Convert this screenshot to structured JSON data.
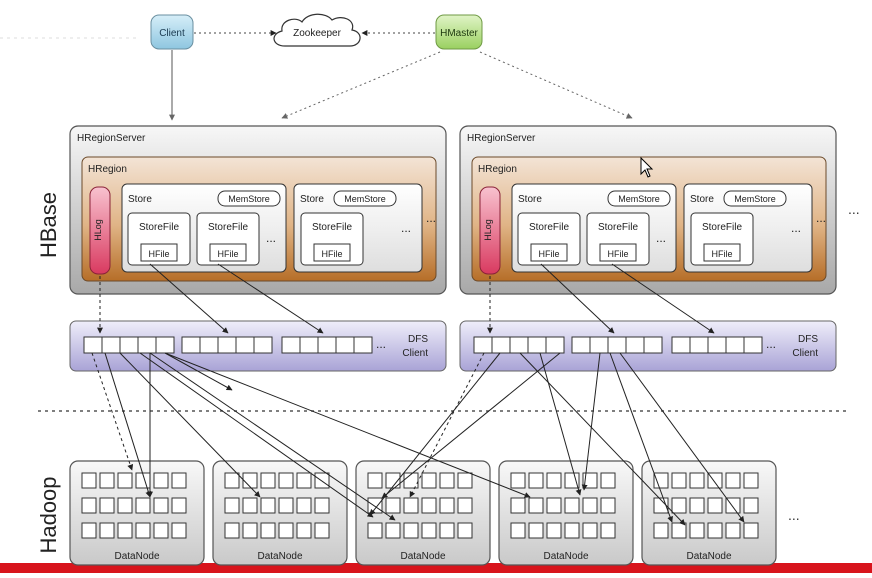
{
  "top": {
    "client": "Client",
    "zookeeper": "Zookeeper",
    "hmaster": "HMaster"
  },
  "layers": {
    "hbase": "HBase",
    "hadoop": "Hadoop"
  },
  "region_servers": [
    {
      "title": "HRegionServer",
      "region": "HRegion",
      "hlog": "HLog",
      "stores": [
        {
          "label": "Store",
          "memstore": "MemStore",
          "storefiles": [
            {
              "label": "StoreFile",
              "hfile": "HFile"
            },
            {
              "label": "StoreFile",
              "hfile": "HFile"
            }
          ]
        },
        {
          "label": "Store",
          "memstore": "MemStore",
          "storefiles": [
            {
              "label": "StoreFile",
              "hfile": "HFile"
            }
          ]
        }
      ],
      "dfs_client": [
        "DFS",
        "Client"
      ]
    },
    {
      "title": "HRegionServer",
      "region": "HRegion",
      "hlog": "HLog",
      "stores": [
        {
          "label": "Store",
          "memstore": "MemStore",
          "storefiles": [
            {
              "label": "StoreFile",
              "hfile": "HFile"
            },
            {
              "label": "StoreFile",
              "hfile": "HFile"
            }
          ]
        },
        {
          "label": "Store",
          "memstore": "MemStore",
          "storefiles": [
            {
              "label": "StoreFile",
              "hfile": "HFile"
            }
          ]
        }
      ],
      "dfs_client": [
        "DFS",
        "Client"
      ]
    }
  ],
  "datanodes": [
    "DataNode",
    "DataNode",
    "DataNode",
    "DataNode",
    "DataNode"
  ],
  "ellipsis": "...",
  "colors": {
    "client_fill": "#a9d6e8",
    "hmaster_fill": "#b8e08c",
    "server_fill": "#e9e9e9",
    "region_fill": "#c98a46",
    "hlog_fill": "#e05a78",
    "dfs_fill": "#b9b4e0",
    "datanode_fill": "#e4e4e4",
    "footer_red": "#d8141c"
  }
}
